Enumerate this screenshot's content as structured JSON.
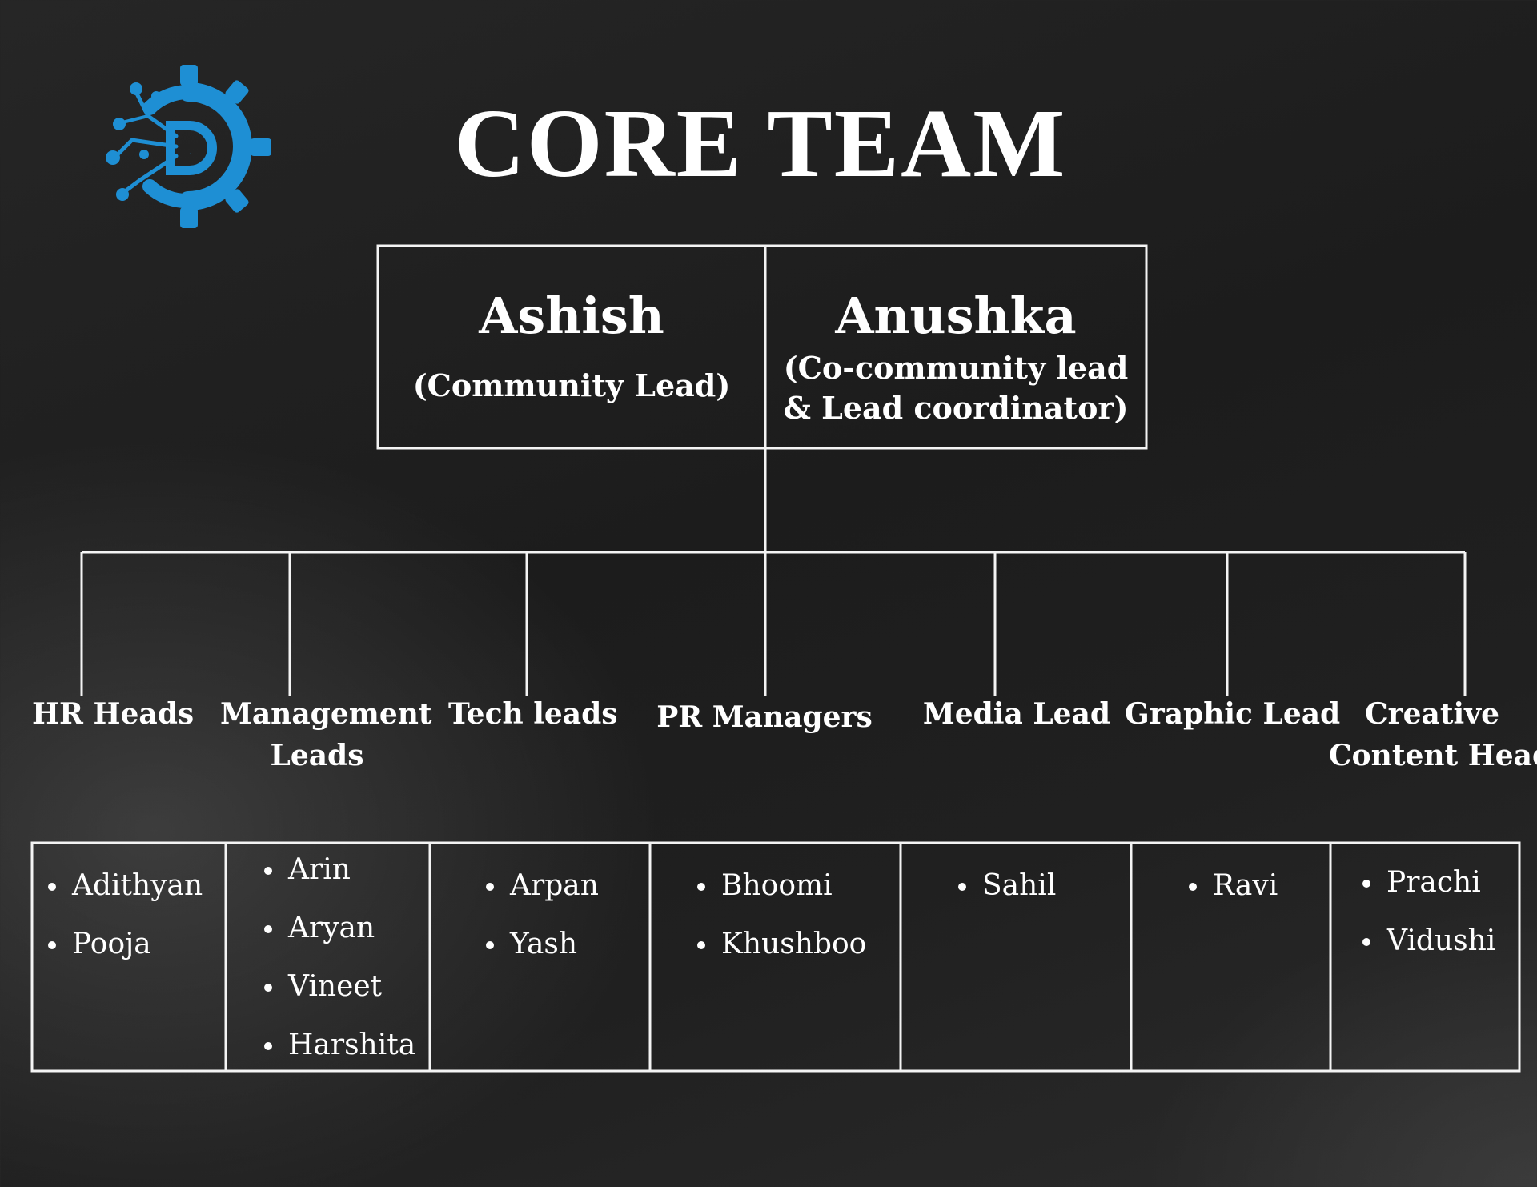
{
  "title": "CORE TEAM",
  "logo": {
    "icon": "gear-circuit-logo-icon",
    "letter": "D",
    "color": "#1e8fd4"
  },
  "leads": [
    {
      "name": "Ashish",
      "role": "(Community Lead)"
    },
    {
      "name": "Anushka",
      "role_line1": "(Co-community lead",
      "role_line2": "& Lead coordinator)"
    }
  ],
  "departments": [
    {
      "label1": "HR Heads",
      "members": [
        "Adithyan",
        "Pooja"
      ]
    },
    {
      "label1": "Management",
      "label2": "Leads",
      "members": [
        "Arin",
        "Aryan",
        "Vineet",
        "Harshita"
      ]
    },
    {
      "label1": "Tech leads",
      "members": [
        "Arpan",
        "Yash"
      ]
    },
    {
      "label1": "PR Managers",
      "members": [
        "Bhoomi",
        "Khushboo"
      ]
    },
    {
      "label1": "Media Lead",
      "members": [
        "Sahil"
      ]
    },
    {
      "label1": "Graphic Lead",
      "members": [
        "Ravi"
      ]
    },
    {
      "label1": "Creative",
      "label2": "Content Head",
      "members": [
        "Prachi",
        "Vidushi"
      ]
    }
  ]
}
